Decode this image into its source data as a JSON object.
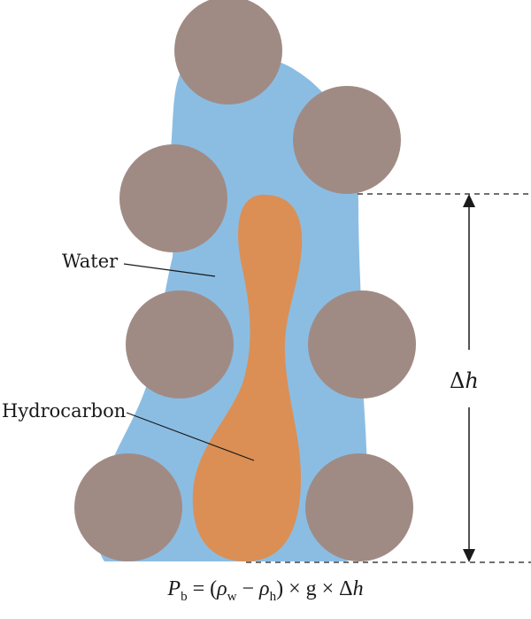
{
  "labels": {
    "water": "Water",
    "hydrocarbon": "Hydrocarbon",
    "delta_h_symbol": "Δ",
    "delta_h_var": "h"
  },
  "formula": {
    "p": "P",
    "p_sub": "b",
    "eq_open": " = (",
    "rho1": "ρ",
    "rho1_sub": "w",
    "minus": " − ",
    "rho2": "ρ",
    "rho2_sub": "h",
    "close_times": ") × g × Δ",
    "h": "h"
  },
  "colors": {
    "water": "#8bbde3",
    "hydrocarbon": "#db8f54",
    "grain": "#a08b84",
    "line": "#1a1a1a"
  }
}
